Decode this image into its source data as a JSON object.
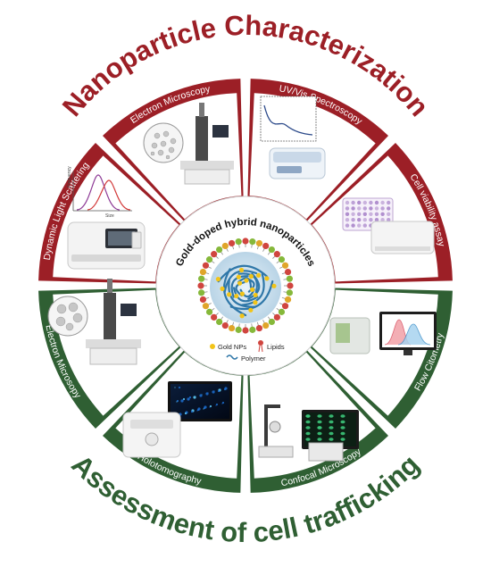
{
  "titles": {
    "top": "Nanoparticle Characterization",
    "bottom": "Assessment of cell trafficking"
  },
  "colors": {
    "characterization": "#9c1f26",
    "trafficking": "#2f5f33",
    "panel": "#ffffff"
  },
  "segments": [
    {
      "label": "Dynamic Light Scattering",
      "group": "characterization",
      "icon": "dls-instrument-icon"
    },
    {
      "label": "Electron Microscopy",
      "group": "characterization",
      "icon": "electron-microscope-icon"
    },
    {
      "label": "UV/Vis Spectroscopy",
      "group": "characterization",
      "icon": "spectrometer-icon"
    },
    {
      "label": "Cell viability assay",
      "group": "characterization",
      "icon": "plate-reader-icon"
    },
    {
      "label": "Flow Citometry",
      "group": "trafficking",
      "icon": "flow-cytometer-icon"
    },
    {
      "label": "Confocal Microscopy",
      "group": "trafficking",
      "icon": "confocal-microscope-icon"
    },
    {
      "label": "Holotomography",
      "group": "trafficking",
      "icon": "holotomography-icon"
    },
    {
      "label": "Electron Microsopy",
      "group": "trafficking",
      "icon": "electron-microscope-icon"
    }
  ],
  "dls_plot": {
    "ylabel": "Frequency",
    "xlabel": "Size"
  },
  "center": {
    "title": "Gold-doped hybrid nanoparticles",
    "legend": [
      {
        "label": "Gold NPs",
        "icon": "gold-np-icon"
      },
      {
        "label": "Lipids",
        "icon": "lipid-icon"
      },
      {
        "label": "Polymer",
        "icon": "polymer-icon"
      }
    ]
  }
}
